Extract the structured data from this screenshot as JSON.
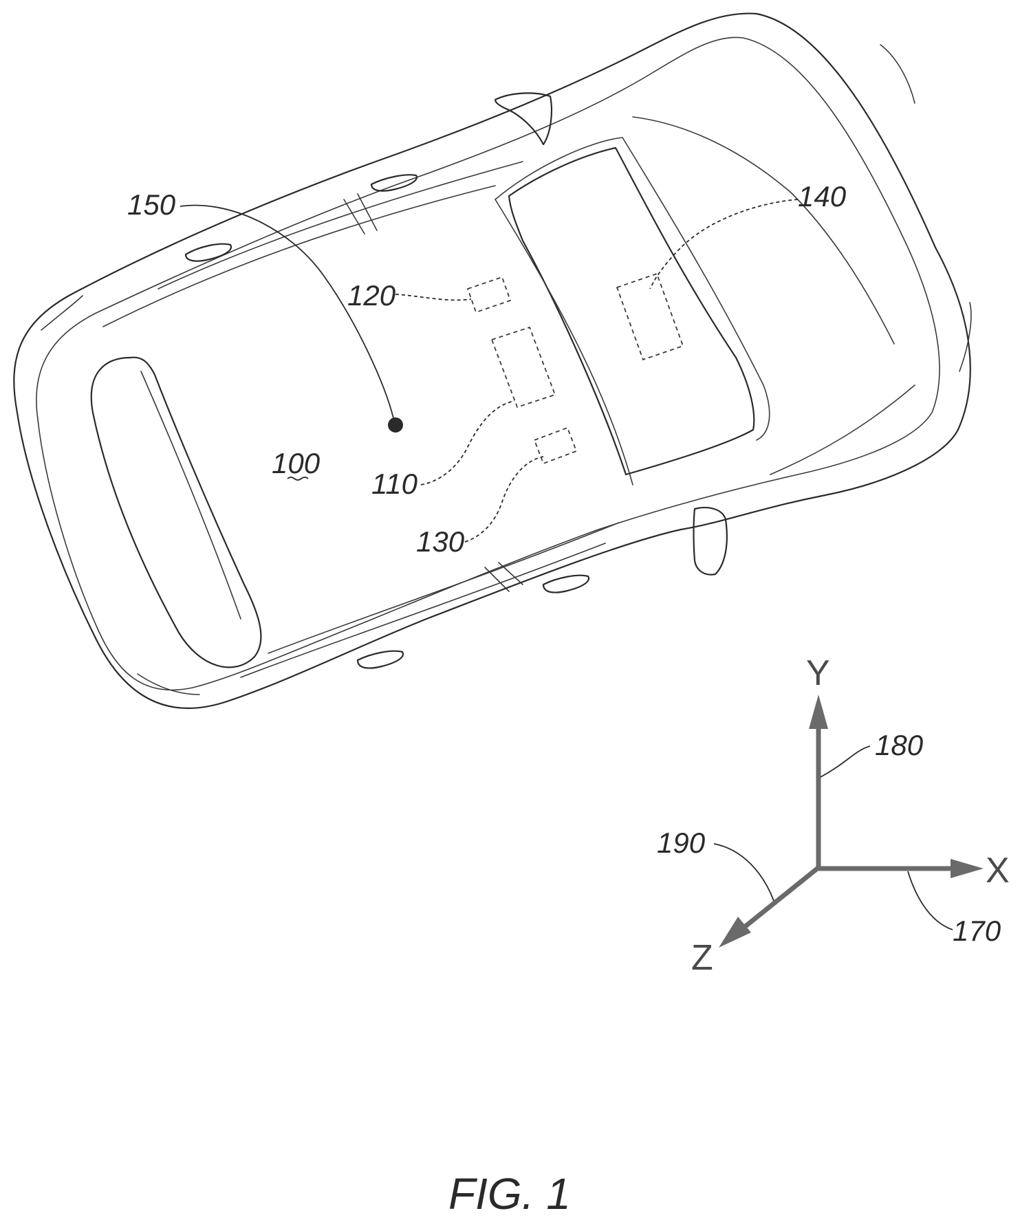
{
  "figure": {
    "caption": "FIG. 1",
    "vehicle_label": "100",
    "refs": {
      "sensor_110": "110",
      "sensor_120": "120",
      "sensor_130": "130",
      "display_140": "140",
      "center_150": "150",
      "axis_x_ref": "170",
      "axis_y_ref": "180",
      "axis_z_ref": "190"
    },
    "axes": {
      "x": "X",
      "y": "Y",
      "z": "Z"
    }
  }
}
